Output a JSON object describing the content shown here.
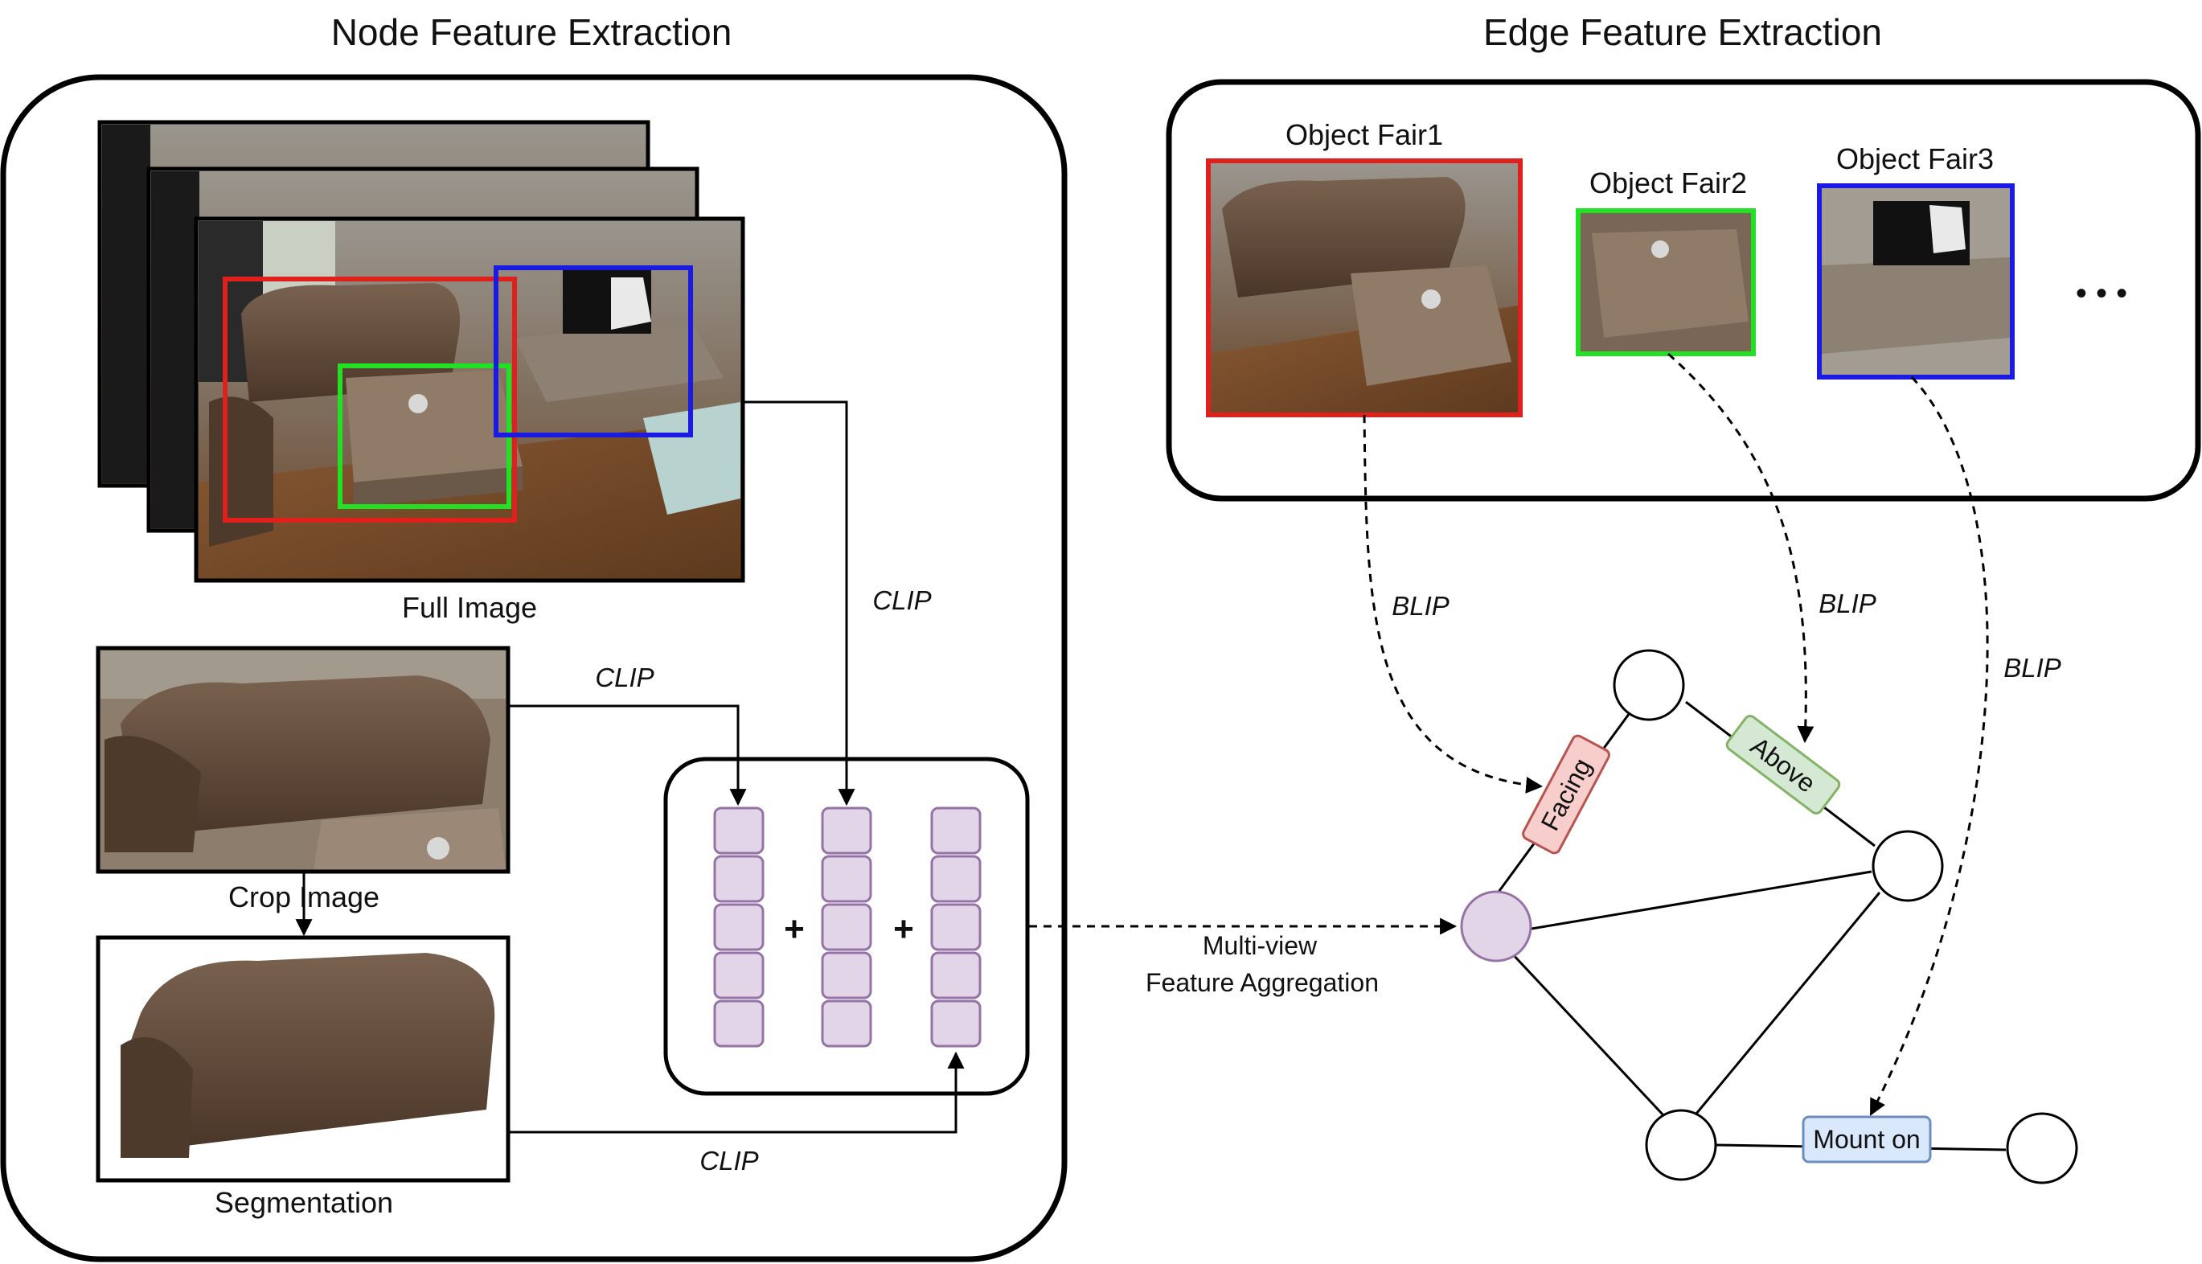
{
  "node_section": {
    "title": "Node Feature Extraction",
    "full_image_label": "Full Image",
    "crop_image_label": "Crop Image",
    "segmentation_label": "Segmentation",
    "clip_labels": [
      "CLIP",
      "CLIP",
      "CLIP"
    ],
    "plus_symbols": [
      "+",
      "+"
    ]
  },
  "edge_section": {
    "title": "Edge Feature Extraction",
    "object_pairs": [
      "Object Fair1",
      "Object Fair2",
      "Object Fair3"
    ],
    "more_indicator": "• • •",
    "blip_labels": [
      "BLIP",
      "BLIP",
      "BLIP"
    ]
  },
  "aggregation": {
    "line1": "Multi-view",
    "line2": "Feature Aggregation"
  },
  "graph": {
    "edge_labels": {
      "facing": "Facing",
      "above": "Above",
      "mount_on": "Mount on"
    }
  },
  "colors": {
    "red_box": "#e0201c",
    "green_box": "#22e024",
    "blue_box": "#1a1ae0",
    "feature_cell": "#e1d5e7",
    "feature_cell_border": "#9673a6",
    "facing_fill": "#f8cecc",
    "facing_border": "#b85450",
    "above_fill": "#d5e8d4",
    "above_border": "#82b366",
    "mount_fill": "#dae8fc",
    "mount_border": "#6c8ebf"
  }
}
